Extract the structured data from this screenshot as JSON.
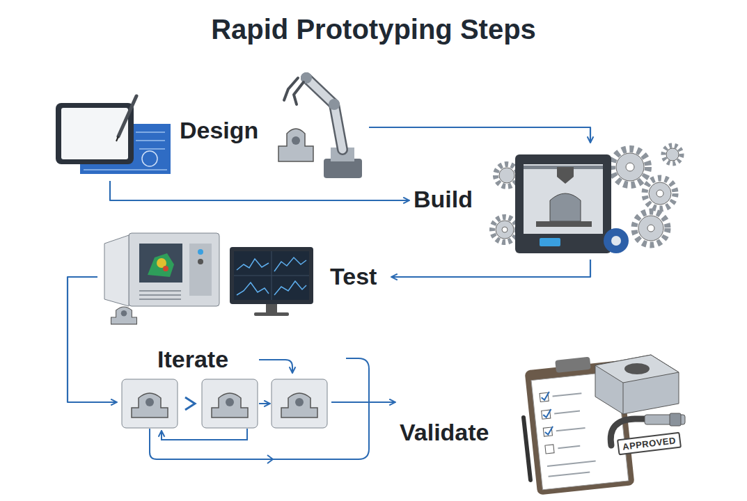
{
  "diagram": {
    "title": "Rapid Prototyping Steps",
    "nodes": [
      {
        "text": [
          "Design"
        ]
      },
      {
        "text": [
          "Build"
        ]
      },
      {
        "text": [
          "Test"
        ]
      },
      {
        "text": [
          "Iterate"
        ]
      },
      {
        "text": [
          "Validate"
        ]
      }
    ],
    "edges": [
      {
        "from": 0,
        "to": 1,
        "arrow": "to"
      },
      {
        "from": 0,
        "to": 1,
        "arrow": "to"
      },
      {
        "from": 1,
        "to": 2,
        "arrow": "to"
      },
      {
        "from": 2,
        "to": 3,
        "arrow": "to"
      },
      {
        "from": 3,
        "to": 4,
        "arrow": "to"
      }
    ],
    "labels": [
      "APPROVED"
    ]
  }
}
